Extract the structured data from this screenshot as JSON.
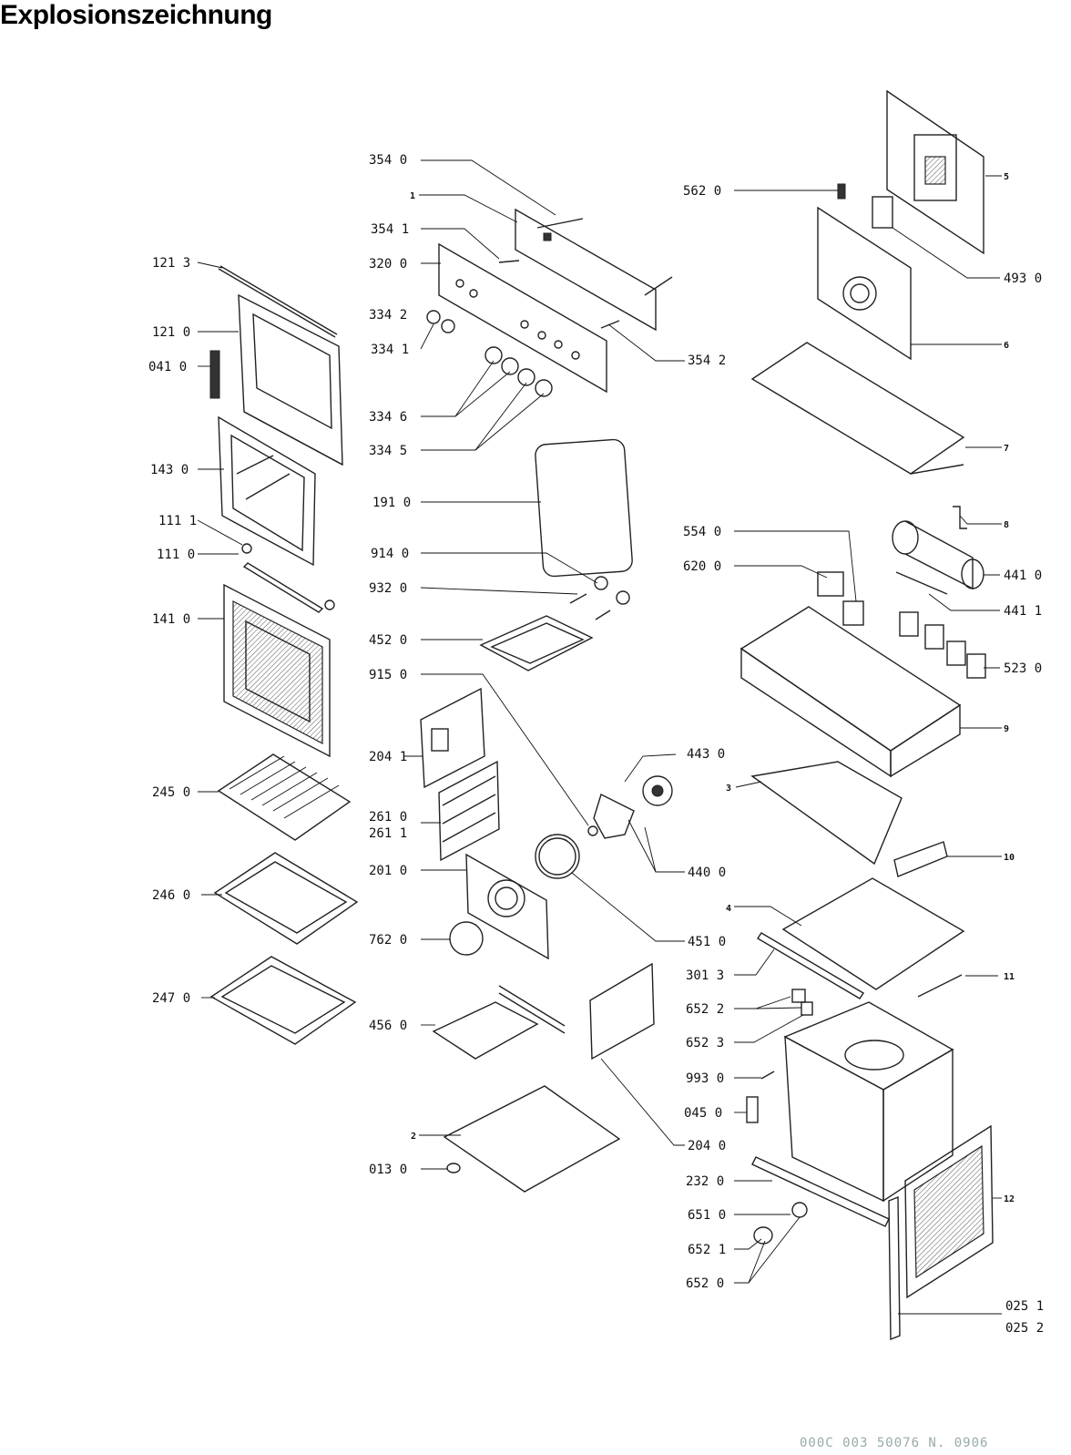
{
  "title": "Explosionszeichnung",
  "footer_code": "000C 003 50076   N. 0906",
  "labels": [
    {
      "id": "354_0",
      "text": "354 0"
    },
    {
      "id": "p1",
      "text": "1"
    },
    {
      "id": "354_1",
      "text": "354 1"
    },
    {
      "id": "320_0",
      "text": "320 0"
    },
    {
      "id": "334_2",
      "text": "334 2"
    },
    {
      "id": "334_1",
      "text": "334 1"
    },
    {
      "id": "334_6",
      "text": "334 6"
    },
    {
      "id": "334_5",
      "text": "334 5"
    },
    {
      "id": "354_2",
      "text": "354 2"
    },
    {
      "id": "121_3",
      "text": "121 3"
    },
    {
      "id": "121_0",
      "text": "121 0"
    },
    {
      "id": "041_0",
      "text": "041 0"
    },
    {
      "id": "143_0",
      "text": "143 0"
    },
    {
      "id": "111_1",
      "text": "111 1"
    },
    {
      "id": "111_0",
      "text": "111 0"
    },
    {
      "id": "141_0",
      "text": "141 0"
    },
    {
      "id": "245_0",
      "text": "245 0"
    },
    {
      "id": "246_0",
      "text": "246 0"
    },
    {
      "id": "247_0",
      "text": "247 0"
    },
    {
      "id": "191_0",
      "text": "191 0"
    },
    {
      "id": "914_0",
      "text": "914 0"
    },
    {
      "id": "932_0",
      "text": "932 0"
    },
    {
      "id": "452_0",
      "text": "452 0"
    },
    {
      "id": "915_0",
      "text": "915 0"
    },
    {
      "id": "204_1",
      "text": "204 1"
    },
    {
      "id": "261_0",
      "text": "261 0"
    },
    {
      "id": "261_1",
      "text": "261 1"
    },
    {
      "id": "201_0",
      "text": "201 0"
    },
    {
      "id": "762_0",
      "text": "762 0"
    },
    {
      "id": "456_0",
      "text": "456 0"
    },
    {
      "id": "p2",
      "text": "2"
    },
    {
      "id": "013_0",
      "text": "013 0"
    },
    {
      "id": "443_0",
      "text": "443 0"
    },
    {
      "id": "440_0",
      "text": "440 0"
    },
    {
      "id": "451_0",
      "text": "451 0"
    },
    {
      "id": "301_3",
      "text": "301 3"
    },
    {
      "id": "652_2",
      "text": "652 2"
    },
    {
      "id": "652_3",
      "text": "652 3"
    },
    {
      "id": "993_0",
      "text": "993 0"
    },
    {
      "id": "045_0",
      "text": "045 0"
    },
    {
      "id": "204_0",
      "text": "204 0"
    },
    {
      "id": "232_0",
      "text": "232 0"
    },
    {
      "id": "651_0",
      "text": "651 0"
    },
    {
      "id": "652_1",
      "text": "652 1"
    },
    {
      "id": "652_0",
      "text": "652 0"
    },
    {
      "id": "562_0",
      "text": "562 0"
    },
    {
      "id": "p5",
      "text": "5"
    },
    {
      "id": "493_0",
      "text": "493 0"
    },
    {
      "id": "p6",
      "text": "6"
    },
    {
      "id": "p7",
      "text": "7"
    },
    {
      "id": "554_0",
      "text": "554 0"
    },
    {
      "id": "620_0",
      "text": "620 0"
    },
    {
      "id": "p8",
      "text": "8"
    },
    {
      "id": "441_0",
      "text": "441 0"
    },
    {
      "id": "441_1",
      "text": "441 1"
    },
    {
      "id": "523_0",
      "text": "523 0"
    },
    {
      "id": "p9",
      "text": "9"
    },
    {
      "id": "p3",
      "text": "3"
    },
    {
      "id": "p10",
      "text": "10"
    },
    {
      "id": "p4",
      "text": "4"
    },
    {
      "id": "p11",
      "text": "11"
    },
    {
      "id": "p12",
      "text": "12"
    },
    {
      "id": "025_1",
      "text": "025 1"
    },
    {
      "id": "025_2",
      "text": "025 2"
    }
  ]
}
